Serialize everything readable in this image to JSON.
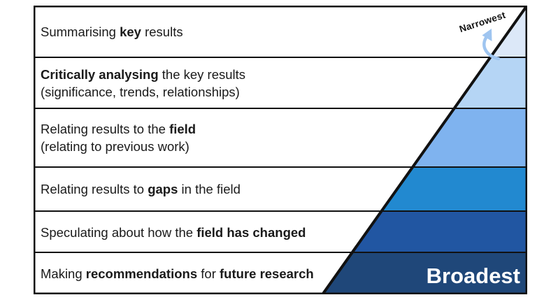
{
  "labels": {
    "narrowest": "Narrowest",
    "broadest": "Broadest"
  },
  "rows": [
    {
      "lines": [
        {
          "parts": [
            {
              "text": "Summarising "
            },
            {
              "text": "key",
              "bold": true
            },
            {
              "text": " results"
            }
          ]
        }
      ]
    },
    {
      "lines": [
        {
          "parts": [
            {
              "text": "Critically analysing",
              "bold": true
            },
            {
              "text": " the key results"
            }
          ]
        },
        {
          "parts": [
            {
              "text": "(significance, trends, relationships)"
            }
          ]
        }
      ]
    },
    {
      "lines": [
        {
          "parts": [
            {
              "text": "Relating results to the "
            },
            {
              "text": "field",
              "bold": true
            }
          ]
        },
        {
          "parts": [
            {
              "text": "(relating to previous work)"
            }
          ]
        }
      ]
    },
    {
      "lines": [
        {
          "parts": [
            {
              "text": "Relating results to "
            },
            {
              "text": "gaps",
              "bold": true
            },
            {
              "text": " in the field"
            }
          ]
        }
      ]
    },
    {
      "lines": [
        {
          "parts": [
            {
              "text": "Speculating about how the "
            },
            {
              "text": "field has changed",
              "bold": true
            }
          ]
        }
      ]
    },
    {
      "lines": [
        {
          "parts": [
            {
              "text": "Making "
            },
            {
              "text": "recommendations",
              "bold": true
            },
            {
              "text": " for "
            },
            {
              "text": "future research",
              "bold": true
            }
          ]
        }
      ]
    }
  ],
  "colors": {
    "segments": [
      "#dce8f8",
      "#b5d5f5",
      "#7fb3ef",
      "#2289d0",
      "#2156a2",
      "#1f4779"
    ],
    "arrow": "#9fc5f0",
    "line": "#111111",
    "broadest_text": "#ffffff"
  }
}
